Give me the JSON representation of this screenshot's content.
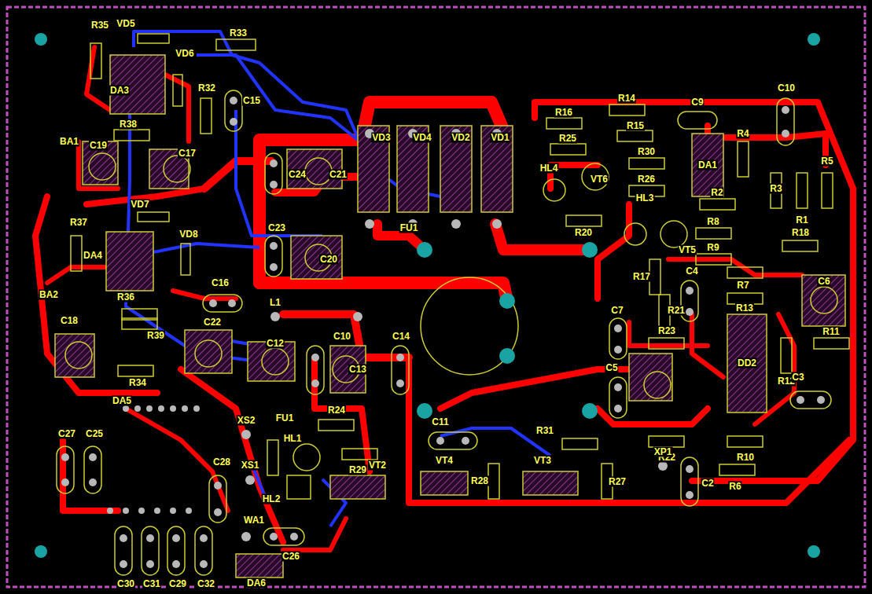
{
  "diagram": {
    "labels": [
      "R35",
      "VD5",
      "VD6",
      "R33",
      "DA3",
      "R32",
      "C15",
      "BA1",
      "R38",
      "C19",
      "C17",
      "C24",
      "C21",
      "VD3",
      "VD4",
      "VD2",
      "VD1",
      "R14",
      "R16",
      "R15",
      "R25",
      "C9",
      "C10",
      "VT6",
      "R30",
      "DA1",
      "R4",
      "R3",
      "R1",
      "R5",
      "R26",
      "R2",
      "HL4",
      "R20",
      "HL3",
      "VT5",
      "R8",
      "R9",
      "R7",
      "R18",
      "R13",
      "C6",
      "R17",
      "R21",
      "C4",
      "C7",
      "R23",
      "DD2",
      "R12",
      "R11",
      "C5",
      "C3",
      "R22",
      "R10",
      "R6",
      "XP1",
      "C2",
      "R31",
      "VT3",
      "R27",
      "R28",
      "VT4",
      "C11",
      "FU1",
      "C14",
      "C13",
      "C10",
      "C12",
      "L1",
      "C23",
      "C20",
      "C16",
      "C22",
      "R39",
      "R34",
      "R36",
      "C18",
      "BA2",
      "DA4",
      "R37",
      "VD7",
      "VD8",
      "DA5",
      "C27",
      "C25",
      "C28",
      "XS2",
      "XS1",
      "FU1",
      "R24",
      "HL1",
      "R29",
      "VT2",
      "HL2",
      "WA1",
      "C26",
      "DA6",
      "C30",
      "C31",
      "C29",
      "C32"
    ]
  }
}
